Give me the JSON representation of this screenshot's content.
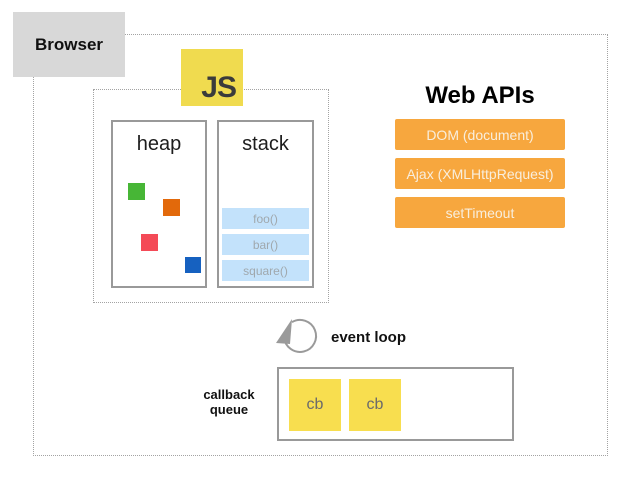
{
  "colors": {
    "browser_box_bg": "#d8d8d8",
    "dotted_border": "#a3a3a3",
    "box_border": "#999999",
    "js_yellow": "#f0db4f",
    "js_text": "#3b3b3b",
    "stack_frame_bg": "#c3e2fb",
    "stack_frame_text": "#a0a8ad",
    "webapi_orange": "#f7a73e",
    "webapi_text": "#f8eedd",
    "cb_yellow": "#f8de4f",
    "cb_text": "#6b6b6b",
    "heap_green": "#47b636",
    "heap_orange": "#e2690b",
    "heap_red": "#f44a57",
    "heap_blue": "#1661c0"
  },
  "browser": {
    "label": "Browser"
  },
  "js_runtime": {
    "logo_text": "JS",
    "heap": {
      "label": "heap",
      "objects": [
        "green-square",
        "orange-square",
        "red-square",
        "blue-square"
      ]
    },
    "stack": {
      "label": "stack",
      "frames": [
        "foo()",
        "bar()",
        "square()"
      ]
    }
  },
  "web_apis": {
    "title": "Web APIs",
    "items": [
      "DOM (document)",
      "Ajax (XMLHttpRequest)",
      "setTimeout"
    ]
  },
  "event_loop": {
    "label": "event loop"
  },
  "callback_queue": {
    "label_line1": "callback",
    "label_line2": "queue",
    "items": [
      "cb",
      "cb"
    ]
  }
}
